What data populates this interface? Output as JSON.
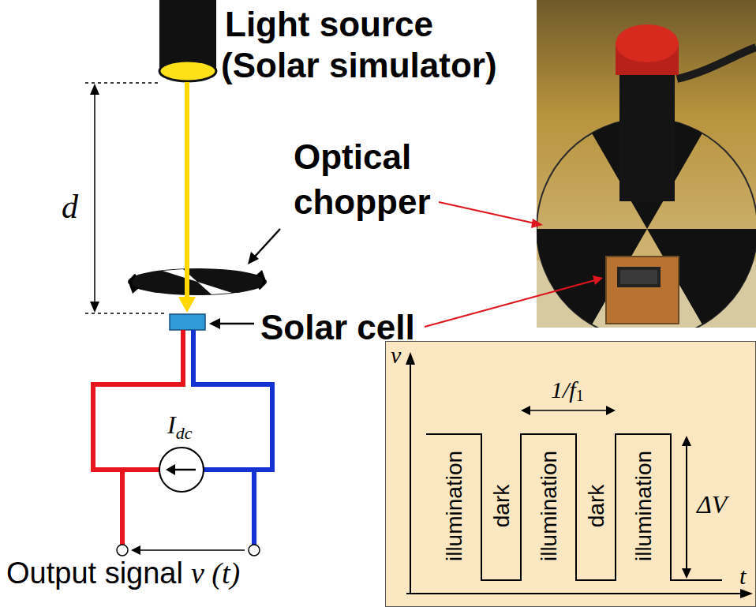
{
  "diagram": {
    "nodes": [
      {
        "text": [
          "v",
          "1/f",
          "1",
          "illumination",
          "dark",
          "illumination",
          "dark",
          "illumination",
          "ΔV",
          "t"
        ]
      }
    ],
    "labels": [
      "Light source",
      "(Solar simulator)",
      "d",
      "Optical chopper",
      "Solar cell",
      "I",
      "dc",
      "Output signal",
      "v (t)"
    ]
  }
}
